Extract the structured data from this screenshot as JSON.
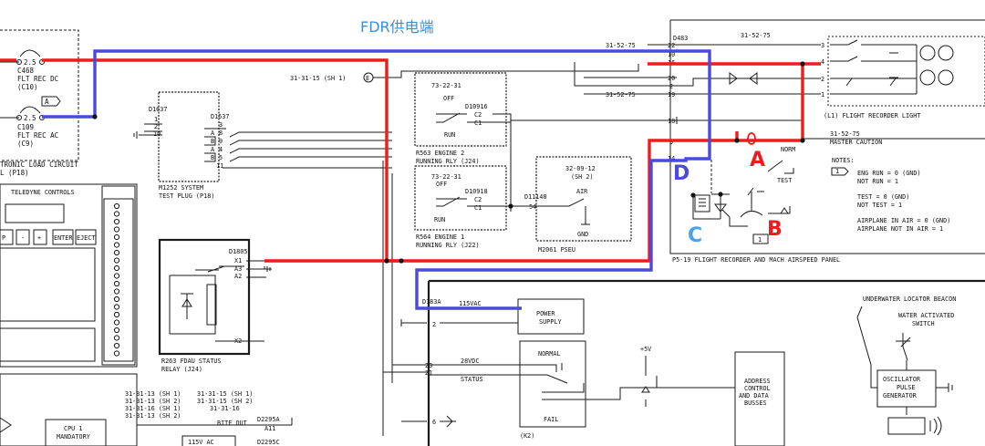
{
  "diagram": {
    "title": "FDR供电端",
    "annotations": [
      {
        "label": "A",
        "color": "#ee1c1c"
      },
      {
        "label": "B",
        "color": "#ee1c1c"
      },
      {
        "label": "C",
        "color": "#4aa3e8"
      },
      {
        "label": "D",
        "color": "#4a4adc"
      }
    ],
    "wire_colors": {
      "red": "#ee1c1c",
      "blue": "#4a4adc"
    },
    "left": {
      "cb1_rating": "2.5",
      "cb1_lines": [
        "C468",
        "FLT REC DC",
        "(C10)"
      ],
      "cb2_rating": "2.5",
      "cb2_lines": [
        "C109",
        "FLT REC AC",
        "(C9)"
      ],
      "cb_label_a": "A",
      "load_circuit": "TRONIC LOAD CIRCUIT",
      "load_circuit_ref": "L (P18)",
      "teledyne": "TELEDYNE CONTROLS",
      "keys": [
        "P",
        "-",
        "+",
        "ENTER",
        "EJECT"
      ],
      "cpu": [
        "CPU 1",
        "MANDATORY"
      ]
    },
    "test_plug": {
      "conn_left": "D1637",
      "conn_right": "D1637",
      "pins_left": [
        "1",
        "2",
        "10"
      ],
      "pins_right": [
        "3",
        "8",
        "9",
        "4",
        "5",
        "11"
      ],
      "pin_letters": [
        "A",
        "B",
        "A",
        "B"
      ],
      "label": [
        "M1252   SYSTEM",
        "TEST PLUG (P18)"
      ]
    },
    "ref_e": {
      "text": "31-31-15 (SH 1)",
      "symbol": "E"
    },
    "engine2": {
      "ref": "73-22-31",
      "off": "OFF",
      "run": "RUN",
      "conn": "D10916",
      "pins": [
        "C2",
        "C1"
      ],
      "label": [
        "R563  ENGINE 2",
        "RUNNING RLY (J24)"
      ]
    },
    "engine1": {
      "ref": "73-22-31",
      "off": "OFF",
      "run": "RUN",
      "conn": "D10918",
      "pins": [
        "C2",
        "C1"
      ],
      "label": [
        "R564 ENGINE 1",
        "RUNNING RLY (J22)"
      ]
    },
    "pseu": {
      "ref": "32-09-12",
      "sheet": "(SH 2)",
      "conn": "D11140",
      "pin": "54",
      "air": "AIR",
      "gnd": "GND",
      "label": "M2061  PSEU"
    },
    "fdau_relay": {
      "conn": "D1805",
      "pins": [
        "X1",
        "A3",
        "A2",
        "X2"
      ],
      "label": [
        "R263   FDAU STATUS",
        "RELAY (J24)"
      ]
    },
    "refs_bottom": [
      "31-31-13 (SH 1)",
      "31-31-13 (SH 2)",
      "31-31-16 (SH 1)",
      "31-31-13 (SH 2)",
      "31-31-15 (SH 1)",
      "31-31-15 (SH 2)",
      "31-31-16"
    ],
    "bite_out": "BITE OUT",
    "bottom_conn": [
      "D2295A",
      "A11",
      "D2295C"
    ],
    "ac_115": "115V AC",
    "panel": {
      "conn": "D483",
      "ref_top": "31-52-75",
      "ref_pin22": "31-52-75",
      "ref_pin19": "31-52-75",
      "pins": [
        "22",
        "10",
        "16",
        "20",
        "2",
        "19",
        "18",
        "9",
        "14"
      ],
      "light_pins": [
        "3",
        "4",
        "2",
        "1"
      ],
      "light_label": "(L1)     FLIGHT RECORDER LIGHT",
      "master_caution": [
        "31-52-75",
        "MASTER CAUTION"
      ],
      "norm": "NORM",
      "test": "TEST",
      "notes_title": "NOTES:",
      "note1_num": "1",
      "notes": [
        "ENG RUN = 0 (GND)",
        "NOT RUN = 1",
        "TEST = 0 (GND)",
        "NOT TEST = 1",
        "AIRPLANE IN AIR = 0 (GND)",
        "AIRPLANE NOT IN AIR = 1"
      ],
      "switch_num": "1",
      "label": "P5-19   FLIGHT RECORDER AND MACH AIRSPEED PANEL"
    },
    "power": {
      "conn": "D183A",
      "voltage": "115VAC",
      "pin": "2",
      "label": [
        "POWER",
        "SUPPLY"
      ]
    },
    "k2": {
      "pins": [
        "23",
        "21"
      ],
      "v28": "28VDC",
      "status": "STATUS",
      "normal": "NORMAL",
      "fail": "FAIL",
      "label": "(K2)",
      "v5": "+5V",
      "pin6": "6"
    },
    "address": [
      "ADDRESS",
      "CONTROL",
      "AND DATA",
      "BUSSES"
    ],
    "locator": {
      "title": "UNDERWATER LOCATOR BEACON",
      "switch": [
        "WATER ACTIVATED",
        "SWITCH"
      ],
      "osc": [
        "OSCILLATOR",
        "PULSE",
        "GENERATOR"
      ]
    }
  }
}
